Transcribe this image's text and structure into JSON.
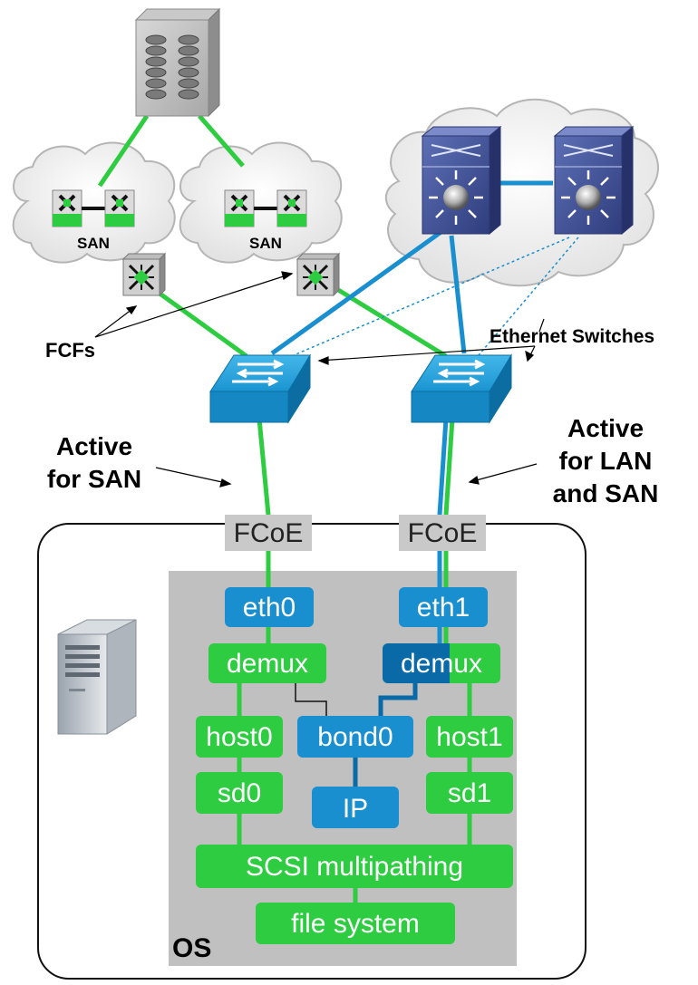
{
  "labels": {
    "san_left": "SAN",
    "san_right": "SAN",
    "fcfs": "FCFs",
    "ethernet_switches": "Ethernet Switches",
    "active_san_line1": "Active",
    "active_san_line2": "for SAN",
    "active_lan_line1": "Active",
    "active_lan_line2": "for LAN",
    "active_lan_line3": "and SAN",
    "os": "OS"
  },
  "stack": {
    "fcoe_left": "FCoE",
    "fcoe_right": "FCoE",
    "eth0": "eth0",
    "eth1": "eth1",
    "demux_left": "demux",
    "demux_right": "demux",
    "host0": "host0",
    "host1": "host1",
    "bond0": "bond0",
    "sd0": "sd0",
    "sd1": "sd1",
    "ip": "IP",
    "scsi": "SCSI multipathing",
    "fs": "file system"
  },
  "colors": {
    "san_green": "#2ecc40",
    "lan_blue": "#0b8fd1",
    "dark_blue": "#0a6aa8",
    "stack_gray": "#c0c0c0",
    "switch_blue": "#1a94d0",
    "router_blue": "#3b4a8f"
  },
  "icons": {
    "storage": "disk-array-icon",
    "fcf": "fc-switch-icon",
    "ethernet_switch": "ethernet-switch-icon",
    "core_switch": "multilayer-switch-icon",
    "server": "server-tower-icon"
  }
}
